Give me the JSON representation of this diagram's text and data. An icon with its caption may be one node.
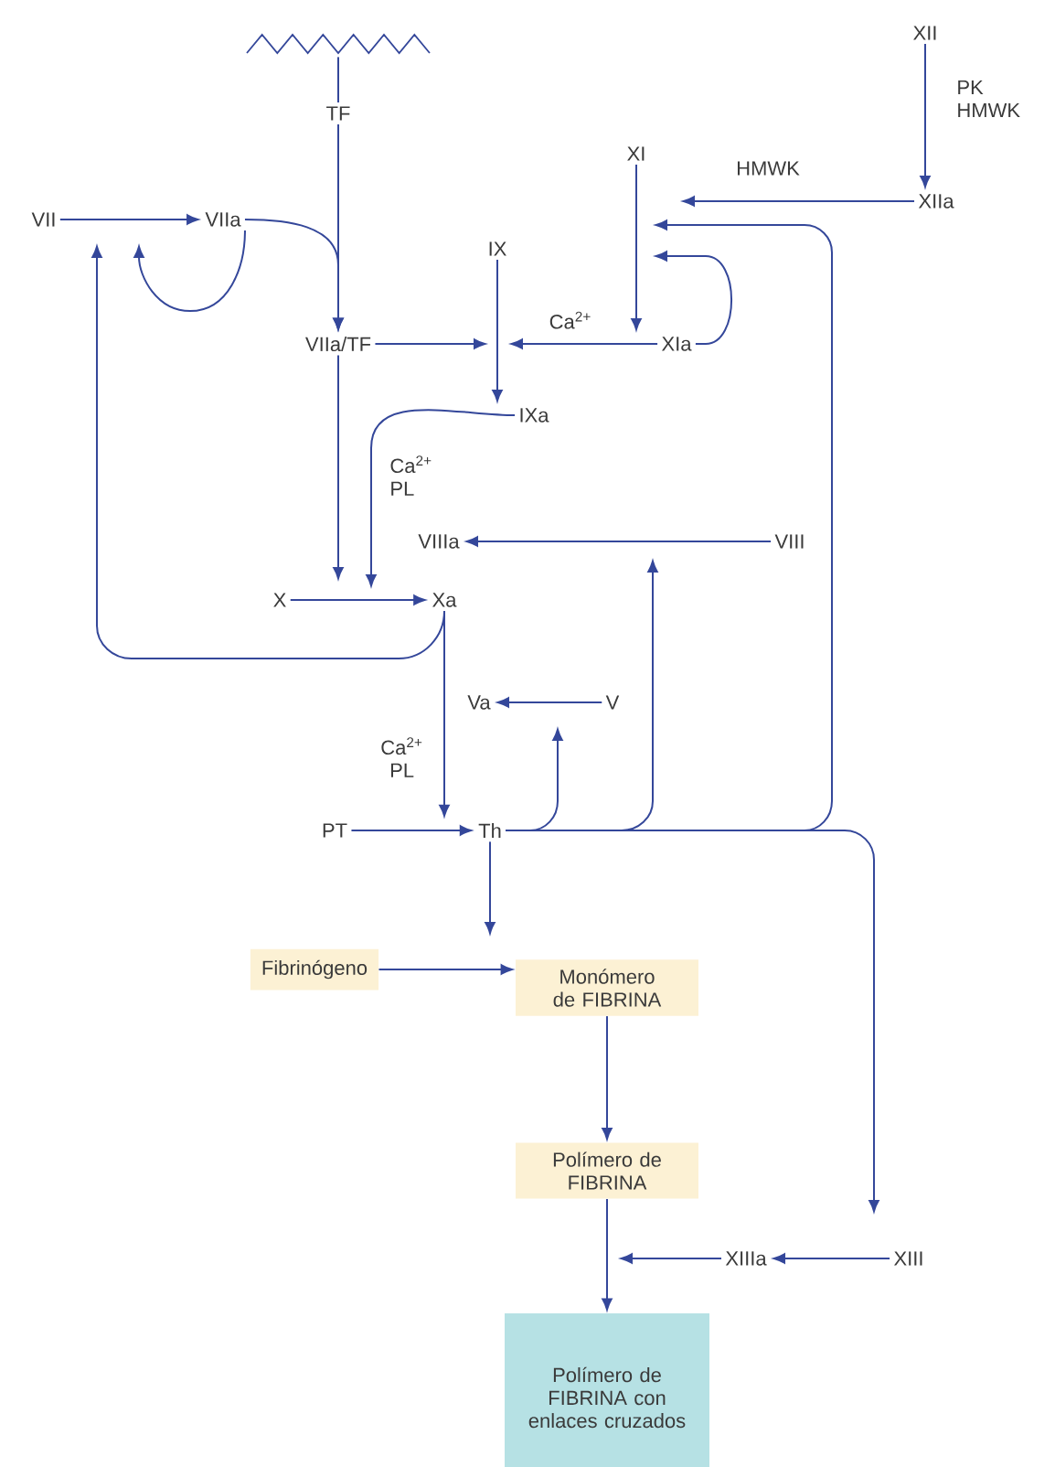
{
  "diagram": {
    "nodes": [
      {
        "text": [],
        "shape": "picture"
      },
      {
        "text": [
          "TF"
        ]
      },
      {
        "text": [
          "XII"
        ]
      },
      {
        "text": [
          "XIIa"
        ]
      },
      {
        "text": [
          "VII"
        ]
      },
      {
        "text": [
          "VIIa"
        ]
      },
      {
        "text": [
          "XI"
        ]
      },
      {
        "text": [
          "IX"
        ]
      },
      {
        "text": [
          "VIIa/TF"
        ]
      },
      {
        "text": [
          "XIa"
        ]
      },
      {
        "text": [
          "IXa"
        ]
      },
      {
        "text": [
          "VIII"
        ]
      },
      {
        "text": [
          "VIIIa"
        ]
      },
      {
        "text": [
          "X"
        ]
      },
      {
        "text": [
          "Xa"
        ]
      },
      {
        "text": [
          "Va"
        ]
      },
      {
        "text": [
          "V"
        ]
      },
      {
        "text": [
          "PT"
        ]
      },
      {
        "text": [
          "Th"
        ]
      },
      {
        "text": [
          "Fibrinógeno"
        ]
      },
      {
        "text": [
          "Monómero de FIBRINA"
        ]
      },
      {
        "text": [
          "Polímero de FIBRINA"
        ]
      },
      {
        "text": [
          "XIIIa"
        ]
      },
      {
        "text": [
          "XIII"
        ]
      },
      {
        "text": [
          "Polímero de FIBRINA con enlaces cruzados"
        ]
      }
    ],
    "edges": [
      {
        "from": 0,
        "to": 1,
        "arrow": "none"
      },
      {
        "from": 2,
        "to": 3,
        "arrow": "to",
        "label": "PK HMWK"
      },
      {
        "from": 3,
        "to": null,
        "arrow": "to",
        "label": "HMWK"
      },
      {
        "from": 6,
        "to": 9,
        "arrow": "to"
      },
      {
        "from": 9,
        "to": null,
        "arrow": "to"
      },
      {
        "from": 18,
        "to": null,
        "arrow": "to"
      },
      {
        "from": 4,
        "to": 5,
        "arrow": "to"
      },
      {
        "from": 5,
        "to": 8,
        "arrow": "to"
      },
      {
        "from": 1,
        "to": 8,
        "arrow": "to"
      },
      {
        "from": 5,
        "to": null,
        "arrow": "to"
      },
      {
        "from": 14,
        "to": null,
        "arrow": "to"
      },
      {
        "from": 7,
        "to": 10,
        "arrow": "to"
      },
      {
        "from": 8,
        "to": null,
        "arrow": "to"
      },
      {
        "from": 9,
        "to": null,
        "arrow": "to",
        "label": "Ca$^{2+}$"
      },
      {
        "from": 8,
        "to": null,
        "arrow": "to"
      },
      {
        "from": 10,
        "to": null,
        "arrow": "to",
        "label": "Ca$^{2+}$ PL"
      },
      {
        "from": 11,
        "to": 12,
        "arrow": "to"
      },
      {
        "from": 18,
        "to": null,
        "arrow": "to"
      },
      {
        "from": 13,
        "to": 14,
        "arrow": "to"
      },
      {
        "from": 14,
        "to": 18,
        "arrow": "to",
        "label": "Ca$^{2+}$ PL"
      },
      {
        "from": 17,
        "to": 18,
        "arrow": "to"
      },
      {
        "from": 16,
        "to": 15,
        "arrow": "to"
      },
      {
        "from": 18,
        "to": null,
        "arrow": "to"
      },
      {
        "from": 18,
        "to": null,
        "arrow": "to"
      },
      {
        "from": 19,
        "to": 20,
        "arrow": "to"
      },
      {
        "from": 20,
        "to": 21,
        "arrow": "to"
      },
      {
        "from": 21,
        "to": 24,
        "arrow": "to"
      },
      {
        "from": 23,
        "to": 22,
        "arrow": "to"
      },
      {
        "from": 22,
        "to": null,
        "arrow": "to"
      },
      {
        "from": 18,
        "to": null,
        "arrow": "to"
      }
    ]
  }
}
